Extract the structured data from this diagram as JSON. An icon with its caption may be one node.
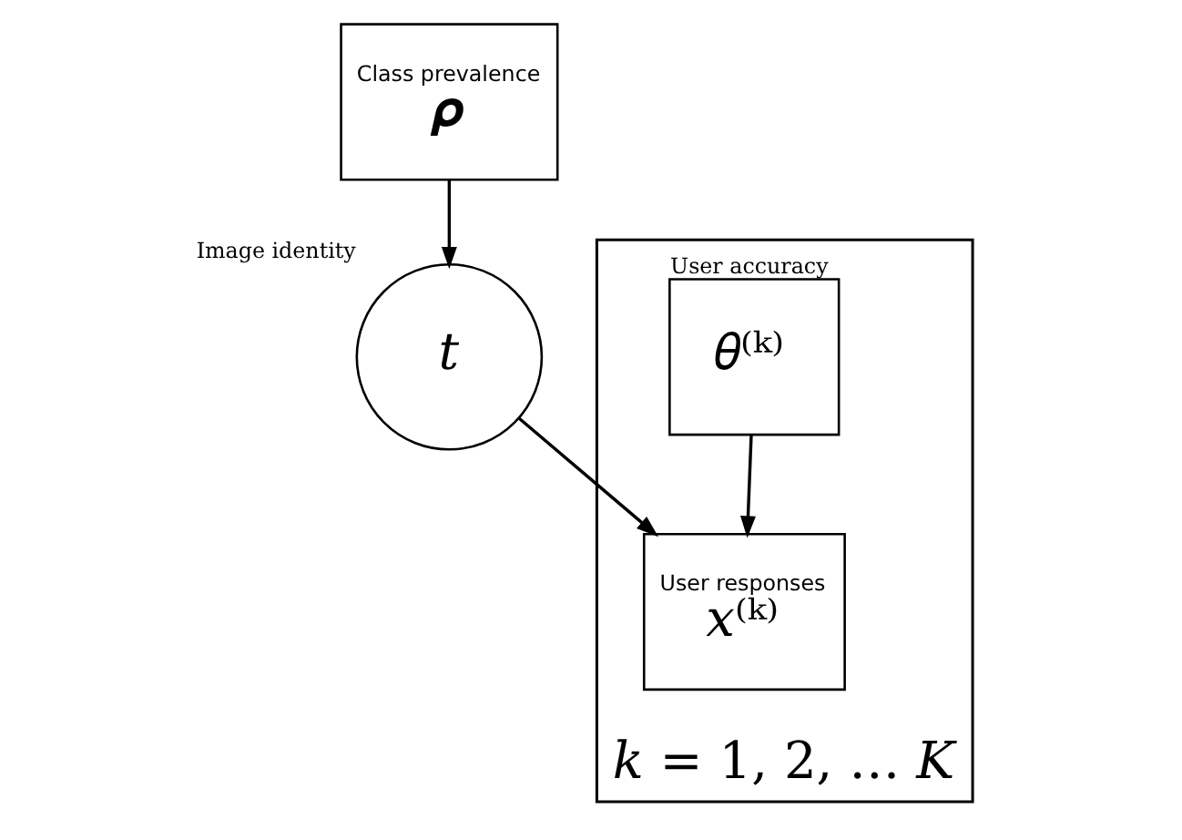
{
  "diagram": {
    "nodes": [
      {
        "text": [
          "Class prevalence",
          "𝝆"
        ]
      },
      {
        "text": [
          "𝑘 = 1, 2, … 𝐾"
        ]
      },
      {
        "text": [
          "𝜃⁽ᵏ⁾"
        ],
        "in": 1,
        "beside": [
          "User accuracy"
        ]
      },
      {
        "text": [
          "𝑡"
        ],
        "beside": [
          "Image identity"
        ]
      },
      {
        "text": [
          "User responses",
          "𝑥⁽ᵏ⁾"
        ],
        "in": 1
      }
    ],
    "edges": [
      {
        "from": 0,
        "to": 3,
        "arrow": "to"
      },
      {
        "from": 2,
        "to": 4,
        "arrow": "to"
      },
      {
        "from": 3,
        "to": 4,
        "arrow": "to"
      }
    ]
  }
}
